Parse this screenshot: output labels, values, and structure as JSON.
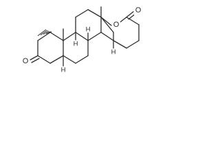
{
  "structure": {
    "atoms": {
      "ring_oxygen": "O",
      "lactone_carbonyl_oxygen": "O",
      "ketone_oxygen": "O"
    },
    "stereo_hydrogens": [
      "H",
      "H",
      "H",
      "H"
    ],
    "colors": {
      "bond": "#2b2b2b",
      "background": "#ffffff"
    }
  }
}
